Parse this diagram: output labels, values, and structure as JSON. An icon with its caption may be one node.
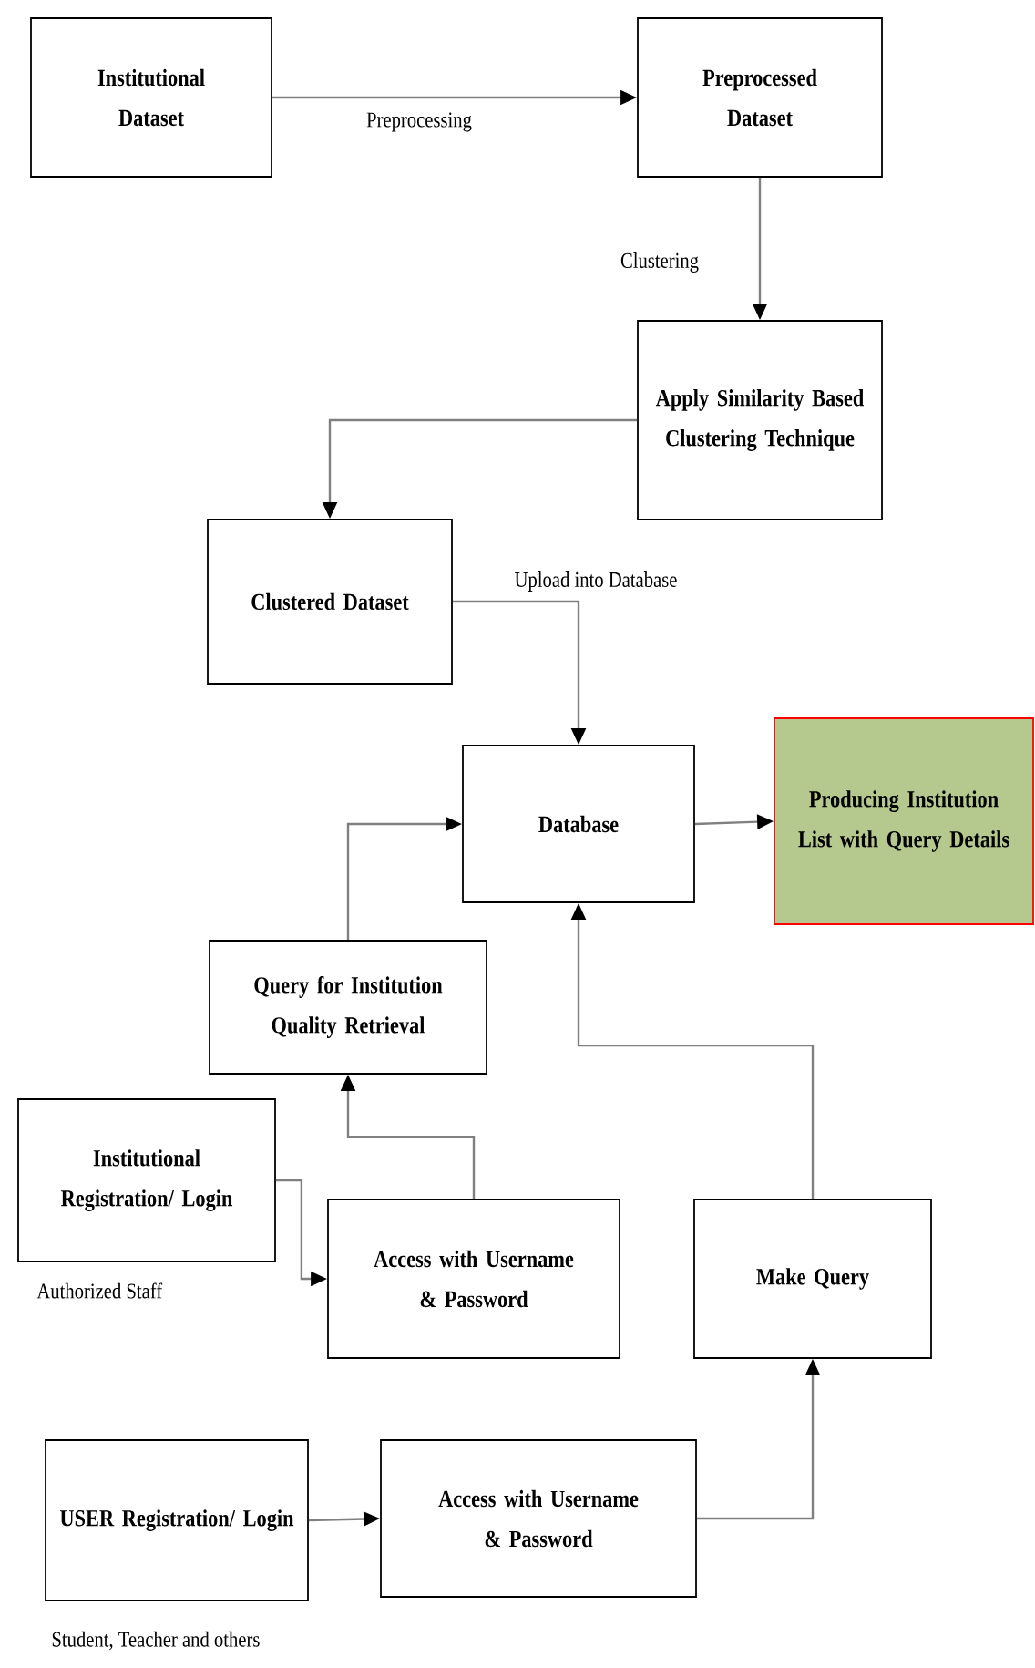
{
  "diagram": {
    "nodes": [
      {
        "text": [
          "Institutional Dataset"
        ]
      },
      {
        "text": [
          "Preprocessed Dataset"
        ]
      },
      {
        "text": [
          "Apply Similarity Based Clustering Technique"
        ]
      },
      {
        "text": [
          "Clustered Dataset"
        ]
      },
      {
        "text": [
          "Database"
        ]
      },
      {
        "text": [
          "Producing Institution List with Query Details"
        ]
      },
      {
        "text": [
          "Query for Institution Quality Retrieval"
        ]
      },
      {
        "text": [
          "Institutional Registration/ Login"
        ],
        "beside": [
          "Authorized Staff"
        ]
      },
      {
        "text": [
          "Access with Username & Password"
        ]
      },
      {
        "text": [
          "Make Query"
        ]
      },
      {
        "text": [
          "USER Registration/ Login"
        ],
        "beside": [
          "Student, Teacher and others"
        ]
      },
      {
        "text": [
          "Access with Username & Password"
        ]
      }
    ],
    "edges": [
      {
        "from": 0,
        "to": 1,
        "arrow": "to",
        "label": "Preprocessing"
      },
      {
        "from": 1,
        "to": 2,
        "arrow": "to",
        "label": "Clustering"
      },
      {
        "from": 2,
        "to": 3,
        "arrow": "to"
      },
      {
        "from": 3,
        "to": 4,
        "arrow": "to",
        "label": "Upload into Database"
      },
      {
        "from": 4,
        "to": 5,
        "arrow": "to"
      },
      {
        "from": 6,
        "to": 4,
        "arrow": "to"
      },
      {
        "from": 7,
        "to": 8,
        "arrow": "to"
      },
      {
        "from": 8,
        "to": 6,
        "arrow": "to"
      },
      {
        "from": 9,
        "to": 4,
        "arrow": "to"
      },
      {
        "from": 10,
        "to": 11,
        "arrow": "to"
      },
      {
        "from": 11,
        "to": 9,
        "arrow": "to"
      }
    ]
  }
}
